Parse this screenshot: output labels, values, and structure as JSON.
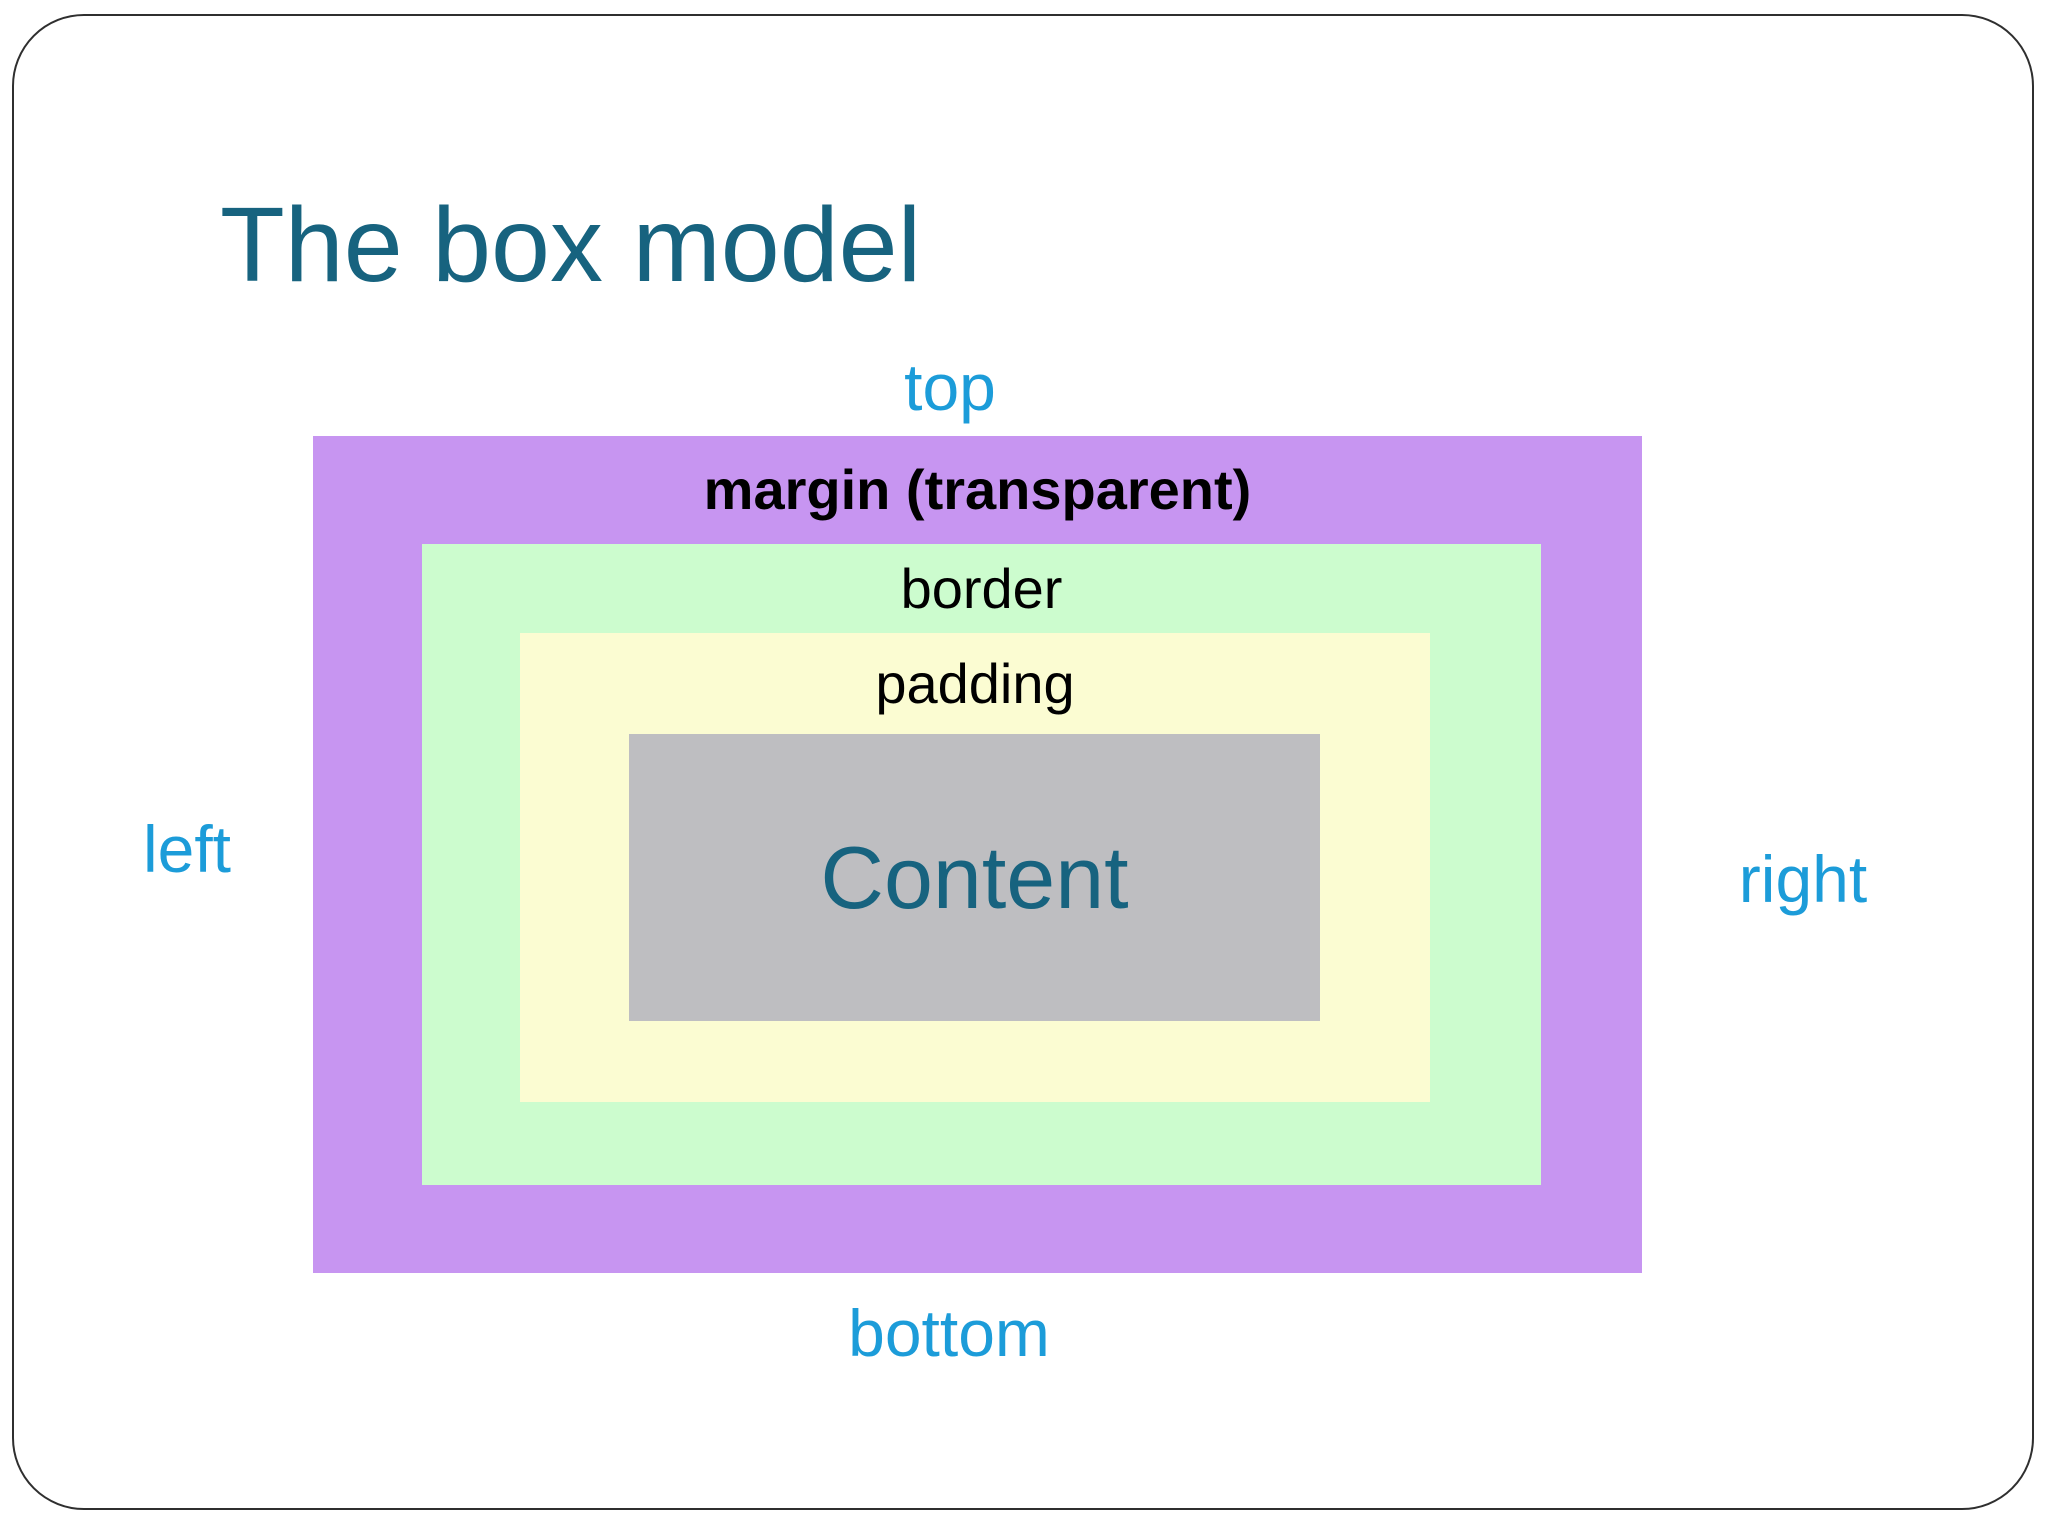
{
  "slide": {
    "title": "The box model"
  },
  "diagram": {
    "margin_label": "margin (transparent)",
    "border_label": "border",
    "padding_label": "padding",
    "content_label": "Content",
    "edge_labels": {
      "top": "top",
      "bottom": "bottom",
      "left": "left",
      "right": "right"
    }
  },
  "colors": {
    "title_text": "#17637F",
    "edge_label_text": "#1C9CD9",
    "inner_label_text": "#000000",
    "content_text": "#17637F",
    "margin_fill": "#C795F1",
    "border_fill": "#CCFCCE",
    "padding_fill": "#FBFCD2",
    "content_fill": "#BEBEC1",
    "frame_border": "#2F2F2F",
    "slide_background": "#FFFFFF"
  }
}
